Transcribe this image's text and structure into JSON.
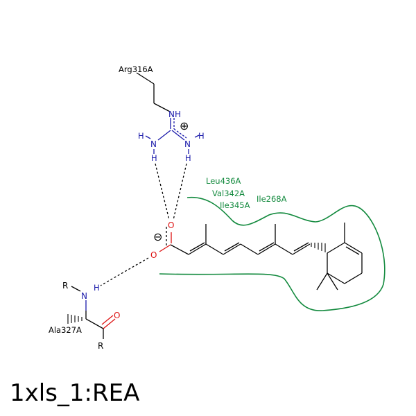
{
  "caption": "1xls_1:REA",
  "residues": {
    "arg": "Arg316A",
    "ala": "Ala327A",
    "leu": "Leu436A",
    "val": "Val342A",
    "ile345": "Ile345A",
    "ile268": "Ile268A"
  },
  "atoms": {
    "nh_top": "NH",
    "n_left": "N",
    "n_right": "N",
    "h_left_outer": "H",
    "h_left_inner": "H",
    "h_right_outer": "H",
    "h_right_inner": "H",
    "o_carboxyl_top": "O",
    "o_carboxyl_bottom": "O",
    "ala_n": "N",
    "ala_h": "H",
    "ala_r": "R",
    "ala_o": "O",
    "ala_r2": "R"
  },
  "charges": {
    "plus": "⊕",
    "minus": "⊖"
  },
  "colors": {
    "bond": "#000000",
    "nitrogen": "#1a1aaa",
    "oxygen": "#dd1111",
    "hydrophobic": "#138a3e"
  }
}
